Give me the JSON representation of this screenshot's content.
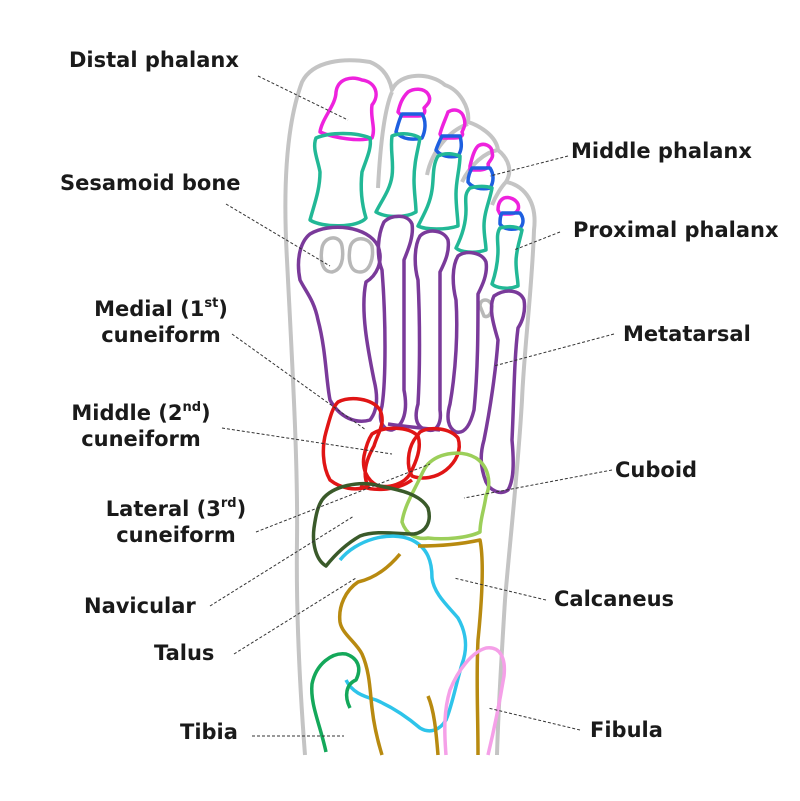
{
  "labels": {
    "distal_phalanx": "Distal phalanx",
    "middle_phalanx": "Middle phalanx",
    "sesamoid_bone": "Sesamoid bone",
    "proximal_phalanx": "Proximal phalanx",
    "medial_cuneiform": {
      "pre": "Medial (1",
      "sup": "st",
      "post": ")",
      "line2": "cuneiform"
    },
    "metatarsal": "Metatarsal",
    "middle_cuneiform": {
      "pre": "Middle (2",
      "sup": "nd",
      "post": ")",
      "line2": "cuneiform"
    },
    "cuboid": "Cuboid",
    "lateral_cuneiform": {
      "pre": "Lateral (3",
      "sup": "rd",
      "post": ")",
      "line2": "cuneiform"
    },
    "navicular": "Navicular",
    "calcaneus": "Calcaneus",
    "talus": "Talus",
    "tibia": "Tibia",
    "fibula": "Fibula"
  },
  "colors": {
    "outline": "#c4c4c4",
    "distal_phalanx": "#ee22dd",
    "middle_phalanx": "#1e5fe0",
    "proximal_phalanx": "#22b896",
    "sesamoid": "#b8b8b8",
    "metatarsal": "#7a3a9a",
    "cuneiform": "#e01515",
    "cuboid": "#9ccf5a",
    "navicular": "#3a5a2a",
    "talus": "#2ec4ea",
    "calcaneus": "#b88a10",
    "tibia": "#14a85a",
    "fibula": "#f5a0e8",
    "text": "#1a1a1a"
  }
}
